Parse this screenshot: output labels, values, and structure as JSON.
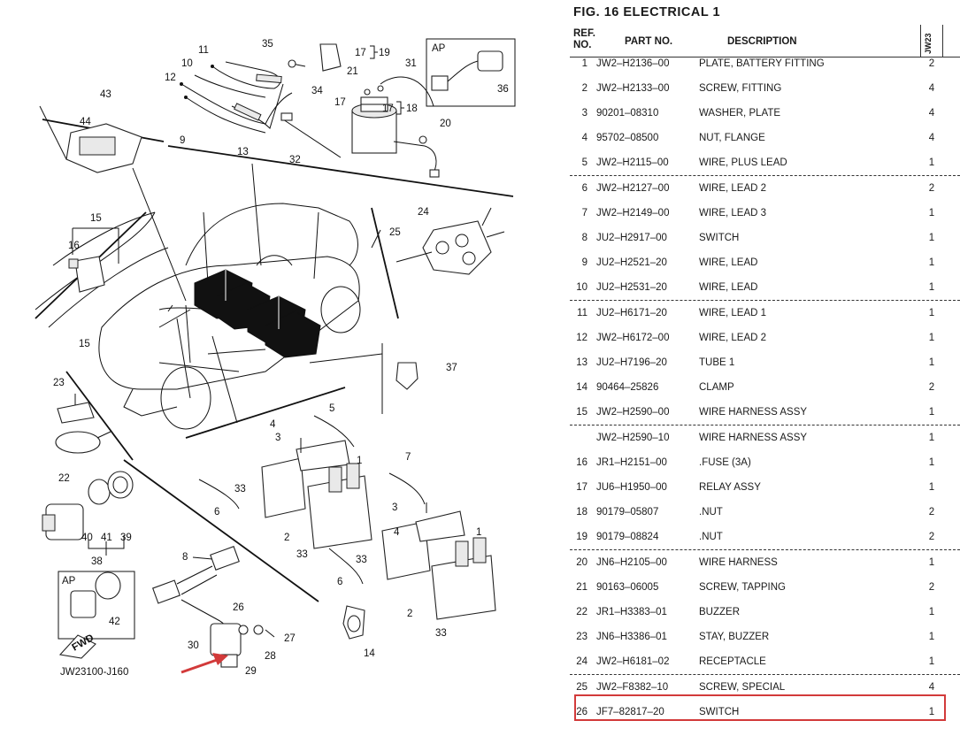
{
  "figure": {
    "title": "FIG.  16  ELECTRICAL 1",
    "diagram_code": "JW23100-J160",
    "fwd_label": "FWD",
    "ap_label": "AP"
  },
  "diagram_refs": [
    "1",
    "2",
    "3",
    "4",
    "5",
    "6",
    "7",
    "8",
    "9",
    "10",
    "11",
    "12",
    "13",
    "14",
    "15",
    "16",
    "17",
    "18",
    "19",
    "20",
    "21",
    "22",
    "23",
    "24",
    "25",
    "26",
    "27",
    "28",
    "29",
    "30",
    "31",
    "32",
    "33",
    "34",
    "35",
    "36",
    "37",
    "38",
    "39",
    "40",
    "41",
    "42",
    "43",
    "44"
  ],
  "table": {
    "headers": {
      "ref": "REF. NO.",
      "part": "PART NO.",
      "description": "DESCRIPTION",
      "model": "JW23"
    },
    "rows": [
      {
        "ref": "1",
        "part": "JW2–H2136–00",
        "description": "PLATE, BATTERY FITTING",
        "qty": "2"
      },
      {
        "ref": "2",
        "part": "JW2–H2133–00",
        "description": "SCREW, FITTING",
        "qty": "4"
      },
      {
        "ref": "3",
        "part": "90201–08310",
        "description": "WASHER, PLATE",
        "qty": "4"
      },
      {
        "ref": "4",
        "part": "95702–08500",
        "description": "NUT, FLANGE",
        "qty": "4"
      },
      {
        "ref": "5",
        "part": "JW2–H2115–00",
        "description": "WIRE, PLUS LEAD",
        "qty": "1"
      },
      {
        "ref": "6",
        "part": "JW2–H2127–00",
        "description": "WIRE, LEAD 2",
        "qty": "2"
      },
      {
        "ref": "7",
        "part": "JW2–H2149–00",
        "description": "WIRE, LEAD 3",
        "qty": "1"
      },
      {
        "ref": "8",
        "part": "JU2–H2917–00",
        "description": "SWITCH",
        "qty": "1"
      },
      {
        "ref": "9",
        "part": "JU2–H2521–20",
        "description": "WIRE, LEAD",
        "qty": "1"
      },
      {
        "ref": "10",
        "part": "JU2–H2531–20",
        "description": "WIRE, LEAD",
        "qty": "1"
      },
      {
        "ref": "11",
        "part": "JU2–H6171–20",
        "description": "WIRE, LEAD 1",
        "qty": "1"
      },
      {
        "ref": "12",
        "part": "JW2–H6172–00",
        "description": "WIRE, LEAD 2",
        "qty": "1"
      },
      {
        "ref": "13",
        "part": "JU2–H7196–20",
        "description": "TUBE 1",
        "qty": "1"
      },
      {
        "ref": "14",
        "part": "90464–25826",
        "description": "CLAMP",
        "qty": "2"
      },
      {
        "ref": "15",
        "part": "JW2–H2590–00",
        "description": "WIRE HARNESS ASSY",
        "qty": "1"
      },
      {
        "ref": "",
        "part": "JW2–H2590–10",
        "description": "WIRE HARNESS ASSY",
        "qty": "1"
      },
      {
        "ref": "16",
        "part": "JR1–H2151–00",
        "description": ".FUSE (3A)",
        "qty": "1"
      },
      {
        "ref": "17",
        "part": "JU6–H1950–00",
        "description": "RELAY ASSY",
        "qty": "1"
      },
      {
        "ref": "18",
        "part": "90179–05807",
        "description": ".NUT",
        "qty": "2"
      },
      {
        "ref": "19",
        "part": "90179–08824",
        "description": ".NUT",
        "qty": "2"
      },
      {
        "ref": "20",
        "part": "JN6–H2105–00",
        "description": "WIRE HARNESS",
        "qty": "1"
      },
      {
        "ref": "21",
        "part": "90163–06005",
        "description": "SCREW, TAPPING",
        "qty": "2"
      },
      {
        "ref": "22",
        "part": "JR1–H3383–01",
        "description": "BUZZER",
        "qty": "1"
      },
      {
        "ref": "23",
        "part": "JN6–H3386–01",
        "description": "STAY, BUZZER",
        "qty": "1"
      },
      {
        "ref": "24",
        "part": "JW2–H6181–02",
        "description": "RECEPTACLE",
        "qty": "1"
      },
      {
        "ref": "25",
        "part": "JW2–F8382–10",
        "description": "SCREW, SPECIAL",
        "qty": "4"
      },
      {
        "ref": "26",
        "part": "JF7–82817–20",
        "description": "SWITCH",
        "qty": "1"
      }
    ],
    "highlighted_ref": "26"
  },
  "colors": {
    "highlight": "#d23a3a",
    "ink": "#111111"
  }
}
